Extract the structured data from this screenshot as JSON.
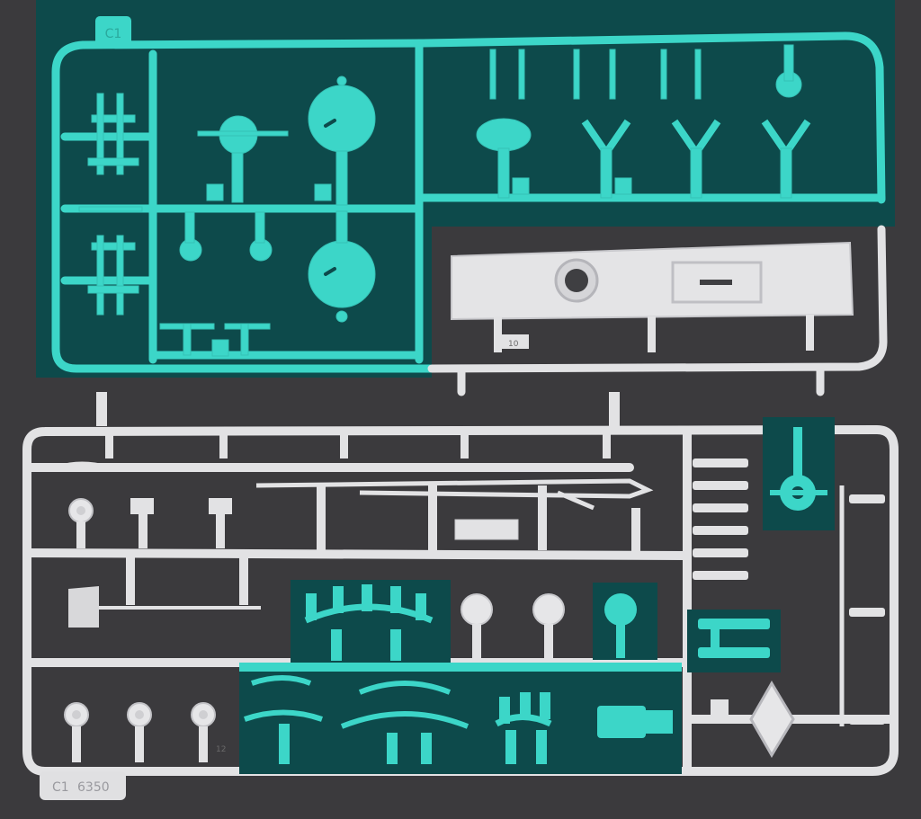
{
  "photo": {
    "subject": "plastic model kit sprues",
    "sprue_top": {
      "tag": "C1",
      "highlight_color": "#3cd6c8",
      "part_numbers": [
        "10"
      ]
    },
    "sprue_bottom": {
      "tag": "C1",
      "code": "6350",
      "base_color": "#e4e4e4",
      "highlight_color": "#3cd6c8",
      "part_numbers": [
        "12"
      ]
    },
    "colors": {
      "background": "#3b3a3d",
      "dark_overlay": "#0d4a4b",
      "teal_plastic": "#3cd6c8",
      "grey_plastic": "#e2e2e4"
    }
  }
}
